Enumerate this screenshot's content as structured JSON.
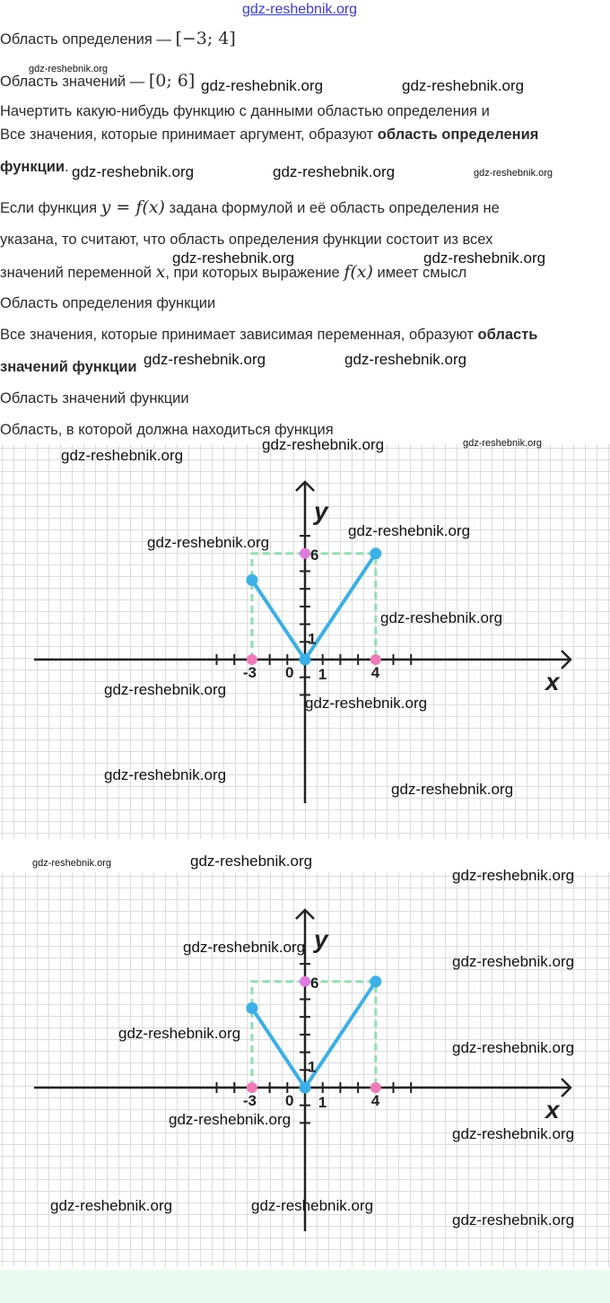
{
  "header_watermark": "gdz-reshebnik.org",
  "lines": {
    "domain_label": "Область определения — ",
    "domain_value": "[−3; 4]",
    "range_label": "Область значений — ",
    "range_value": "[0; 6]",
    "task": "Начертить какую-нибудь функцию с данными областью определения и",
    "def1_a": "Все значения, которые принимает аргумент, образуют ",
    "def1_b": "область определения",
    "def1_c": "функции",
    "if_a": "Если функция ",
    "if_formula": "y = f(x)",
    "if_b": " задана формулой и её область определения не",
    "if2": "указана, то считают, что область определения функции состоит из всех",
    "if3_a": "значений переменной ",
    "if3_var": "x",
    "if3_b": ", при которых выражение ",
    "if3_expr": "f(x)",
    "if3_c": " имеет смысл",
    "term1": "Область определения функции",
    "def2_a": "Все значения, которые принимает зависимая переменная, образуют ",
    "def2_b": "область",
    "def2_c": "значений функции",
    "term2": "Область значений функции",
    "term3": "Область, в которой должна находиться функция"
  },
  "watermark": "gdz-reshebnik.org",
  "chart_data": [
    {
      "type": "line",
      "x_label": "x",
      "y_label": "y",
      "points": [
        [
          -3,
          4.5
        ],
        [
          0,
          0
        ],
        [
          4,
          6
        ]
      ],
      "domain": [
        -3,
        4
      ],
      "range": [
        0,
        6
      ],
      "x_ticks_labeled": [
        "-3",
        "0",
        "1",
        "4"
      ],
      "y_ticks_labeled": [
        "1",
        "6"
      ],
      "colors": {
        "line": "#3ab0e8",
        "domain_mark": "#f07ab8",
        "range_mark": "#e07ae0",
        "box": "#8de0b0"
      }
    },
    {
      "type": "line",
      "x_label": "x",
      "y_label": "y",
      "points": [
        [
          -3,
          4.5
        ],
        [
          0,
          0
        ],
        [
          4,
          6
        ]
      ],
      "domain": [
        -3,
        4
      ],
      "range": [
        0,
        6
      ],
      "x_ticks_labeled": [
        "-3",
        "0",
        "1",
        "4"
      ],
      "y_ticks_labeled": [
        "1",
        "6"
      ],
      "colors": {
        "line": "#3ab0e8",
        "domain_mark": "#f07ab8",
        "range_mark": "#e07ae0",
        "box": "#8de0b0"
      }
    }
  ]
}
